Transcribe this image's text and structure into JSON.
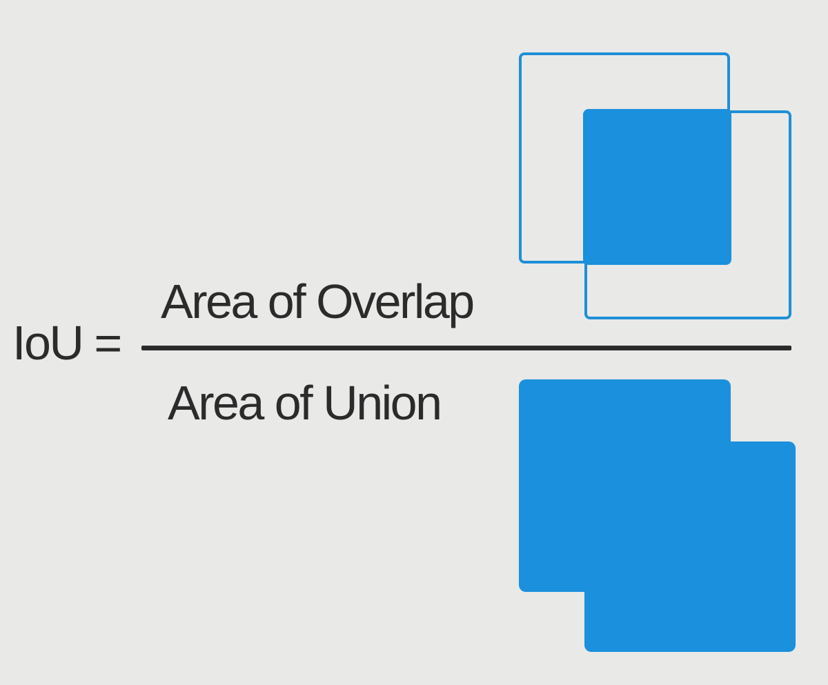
{
  "formula": {
    "lhs": "IoU =",
    "numerator": "Area of Overlap",
    "denominator": "Area of Union"
  },
  "figures": {
    "overlap_figure": "two-overlapping-bounding-boxes-intersection-filled",
    "union_figure": "two-overlapping-bounding-boxes-union-filled"
  },
  "colors": {
    "background": "#e9e9e8",
    "text": "#2b2b2b",
    "box_fill": "#1b90dc",
    "box_stroke": "#1f8fd6"
  }
}
